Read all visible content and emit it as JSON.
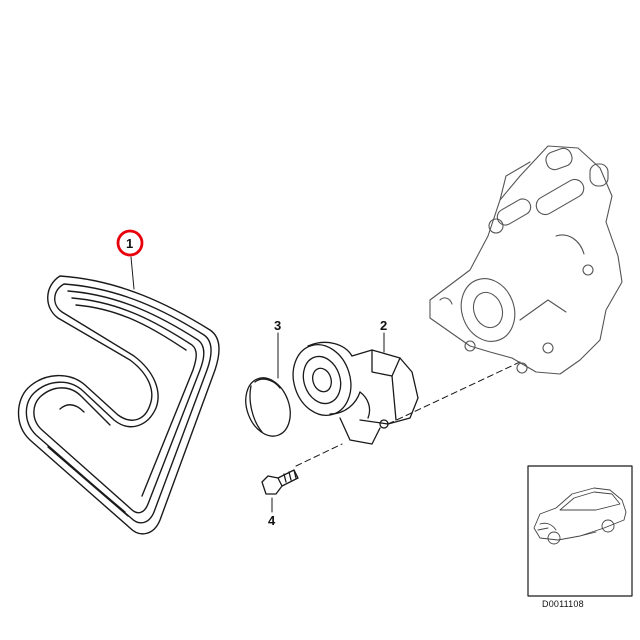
{
  "callouts": {
    "belt": "1",
    "tensioner": "2",
    "cap": "3",
    "bolt": "4"
  },
  "highlight_color": "#e8000b",
  "reference_code": "D0011108"
}
